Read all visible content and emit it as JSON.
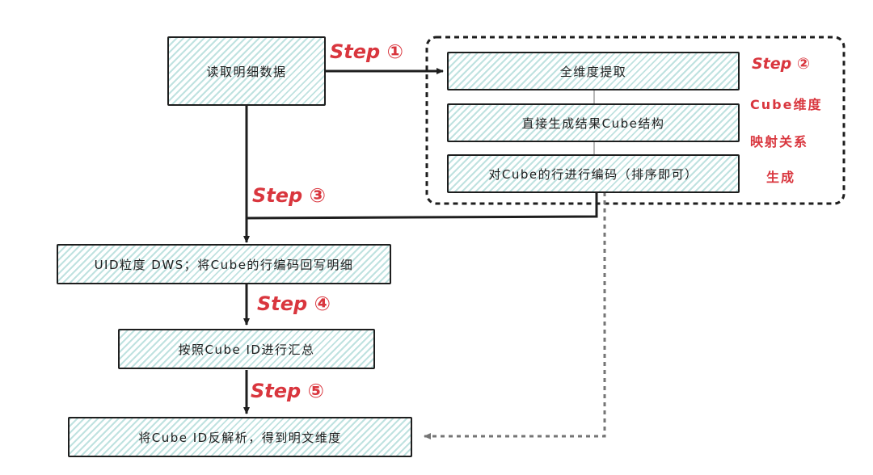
{
  "nodes": {
    "read_detail": "读取明细数据",
    "full_dim_extract": "全维度提取",
    "gen_cube": "直接生成结果Cube结构",
    "encode_rows": "对Cube的行进行编码（排序即可）",
    "uid_dws": "UID粒度 DWS；将Cube的行编码回写明细",
    "aggregate": "按照Cube ID进行汇总",
    "decode": "将Cube ID反解析，得到明文维度"
  },
  "steps": {
    "step1": "Step ①",
    "step2": "Step ②",
    "step3": "Step ③",
    "step4": "Step ④",
    "step5": "Step ⑤"
  },
  "group_caption": {
    "line1": "Cube维度",
    "line2": "映射关系",
    "line3": "生成"
  },
  "colors": {
    "stroke": "#1e1e1e",
    "accent_red": "#d9363e",
    "hatch": "#bfe2e0",
    "dotted_gray": "#757575"
  }
}
